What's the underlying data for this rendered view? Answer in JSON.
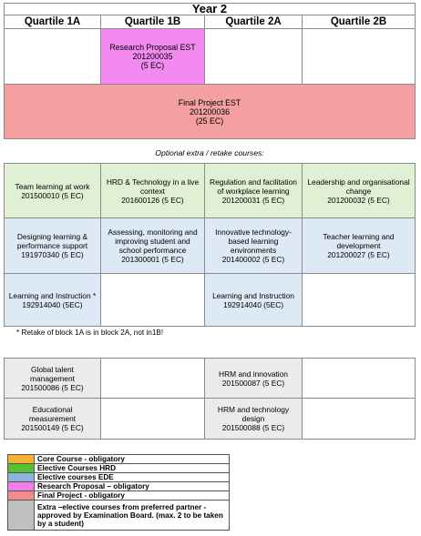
{
  "header": {
    "year": "Year 2",
    "quartiles": [
      "Quartile 1A",
      "Quartile 1B",
      "Quartile 2A",
      "Quartile 2B"
    ]
  },
  "colors": {
    "core": "#f7b733",
    "hrd": "#dff0d3",
    "ede": "#dde9f5",
    "research": "#f28af2",
    "final": "#f5a0a0",
    "extra": "#ebebeb",
    "legend_core": "#f6b132",
    "legend_hrd": "#55c234",
    "legend_ede": "#8eb4dc",
    "legend_research": "#f07de8",
    "legend_final": "#f08c8c",
    "legend_extra": "#c0c0c0"
  },
  "schedule": {
    "research": "Research Proposal EST\n201200035\n(5 EC)",
    "final": "Final Project EST\n201200036\n(25 EC)"
  },
  "optional": {
    "title": "Optional extra / retake courses:",
    "row1": [
      "Team learning at work\n201500010 (5 EC)",
      "HRD & Technology in a live context\n201600126 (5 EC)",
      "Regulation and facilitation of workplace learning\n201200031 (5 EC)",
      "Leadership and organisational change\n201200032 (5 EC)"
    ],
    "row2": [
      "Designing learning & performance support\n191970340 (5 EC)",
      "Assessing, monitoring and improving student and school performance\n201300001 (5 EC)",
      "Innovative technology-based learning environments\n201400002 (5 EC)",
      "Teacher learning and development\n201200027 (5 EC)"
    ],
    "row3": [
      "Learning and Instruction  *\n192914040 (5EC)",
      "Learning and Instruction\n192914040 (5EC)"
    ],
    "footnote": "*   Retake of block 1A is in block 2A, not in1B!"
  },
  "extra": {
    "row1": [
      "Global talent management\n201500086 (5 EC)",
      "HRM and innovation\n201500087 (5 EC)"
    ],
    "row2": [
      "Educational measurement\n201500149 (5 EC)",
      "HRM and technology design\n201500088 (5 EC)"
    ]
  },
  "legend": {
    "core": "Core Course - obligatory",
    "hrd": "Elective Courses HRD",
    "ede": "Elective courses EDE",
    "research": "Research Proposal – obligatory",
    "final": "Final Project - obligatory",
    "extra": "Extra –elective courses from preferred partner - approved by Examination Board. (max. 2 to be taken by a student)"
  }
}
